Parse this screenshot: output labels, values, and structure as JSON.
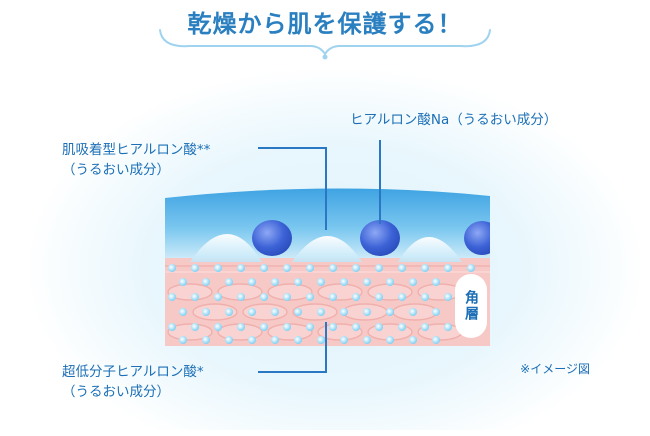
{
  "title": "乾燥から肌を保護する！",
  "labels": {
    "top_right": {
      "line1": "ヒアルロン酸Na（うるおい成分）"
    },
    "top_left": {
      "line1": "肌吸着型ヒアルロン酸**",
      "line2": "（うるおい成分）"
    },
    "bottom_left": {
      "line1": "超低分子ヒアルロン酸*",
      "line2": "（うるおい成分）"
    }
  },
  "layer_label": "角層",
  "note": "※イメージ図",
  "colors": {
    "accent": "#1c6fb6",
    "title": "#2a7fc0",
    "film": "#4aaee6",
    "sphere": "#3a5fd0",
    "skin": "#f6c4c2"
  }
}
